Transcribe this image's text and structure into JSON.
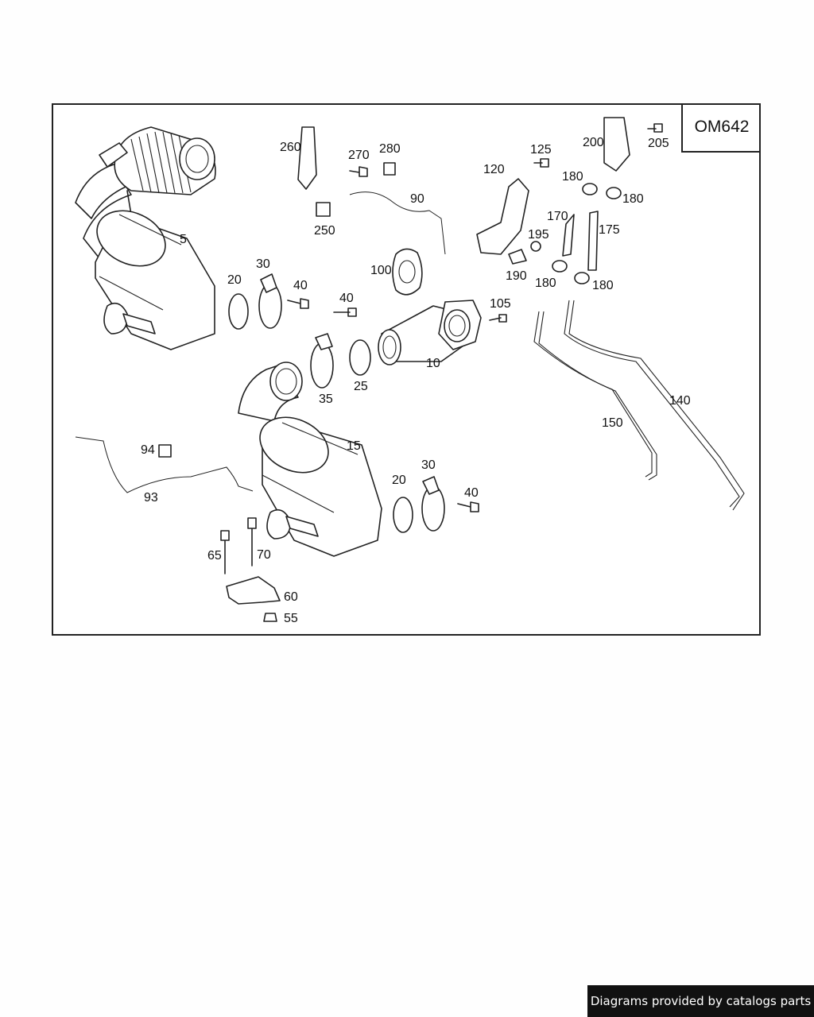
{
  "diagram": {
    "engine_code": "OM642",
    "part_labels": [
      "5",
      "10",
      "15",
      "20",
      "20",
      "25",
      "30",
      "30",
      "35",
      "40",
      "40",
      "40",
      "55",
      "60",
      "65",
      "70",
      "90",
      "93",
      "94",
      "100",
      "105",
      "120",
      "125",
      "140",
      "150",
      "170",
      "175",
      "180",
      "180",
      "180",
      "180",
      "190",
      "195",
      "200",
      "205",
      "250",
      "260",
      "270",
      "280"
    ]
  },
  "footer": {
    "credit": "Diagrams provided by catalogs parts"
  }
}
